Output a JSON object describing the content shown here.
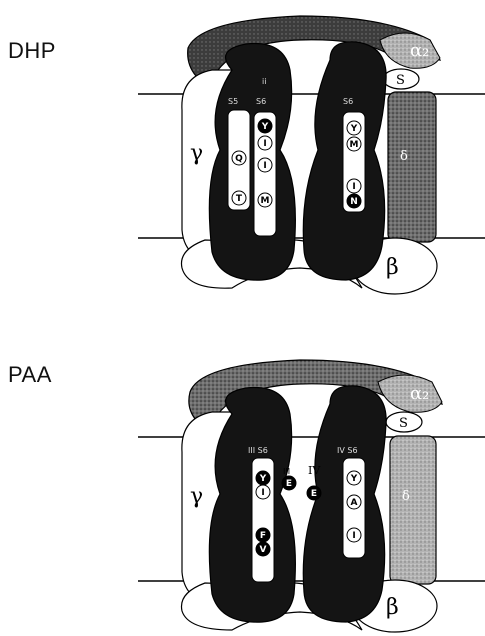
{
  "panels": [
    {
      "label": "DHP",
      "subunits": {
        "alpha2": "α₂",
        "delta": "δ",
        "gamma": "γ",
        "beta": "β",
        "s": "S"
      },
      "domain_left_label": "ii",
      "segment_labels": {
        "left_a": "S5",
        "left_b": "S6",
        "right": "S6"
      },
      "left_helix_a": [
        "Q",
        "T"
      ],
      "left_helix_b": [
        "Y",
        "I",
        "I",
        "M"
      ],
      "right_helix": [
        "Y",
        "M",
        "I",
        "N"
      ]
    },
    {
      "label": "PAA",
      "subunits": {
        "alpha2": "α₂",
        "delta": "δ",
        "gamma": "γ",
        "beta": "β",
        "s": "S"
      },
      "segment_labels": {
        "left": "III S6",
        "right": "IV S6"
      },
      "loop_labels": {
        "iii": "III",
        "iv": "IV"
      },
      "loop_residues": [
        "E",
        "E"
      ],
      "left_helix": [
        "Y",
        "I",
        "F",
        "V"
      ],
      "right_helix": [
        "Y",
        "A",
        "I"
      ]
    }
  ],
  "colors": {
    "dark": "#1a1a1a",
    "mid_gray": "#555555",
    "light_gray": "#a9a9a9",
    "membrane": "#000000",
    "white": "#ffffff"
  }
}
